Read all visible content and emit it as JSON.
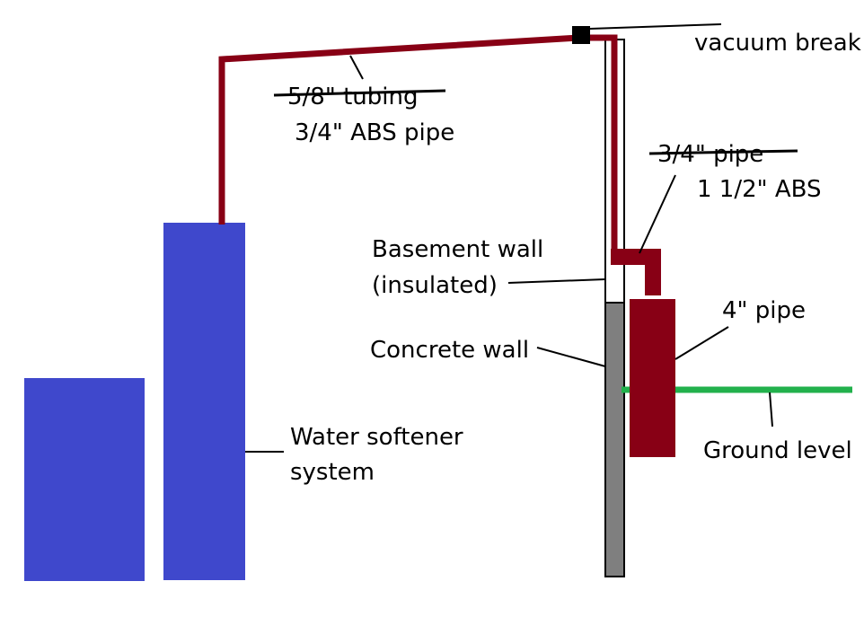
{
  "labels": {
    "vacuum_break": "vacuum break",
    "tubing_old": "5/8\" tubing",
    "abs_pipe_new": "3/4\" ABS pipe",
    "pipe_old": "3/4\" pipe",
    "abs_new": "1 1/2\" ABS",
    "basement_wall_line1": "Basement wall",
    "basement_wall_line2": "(insulated)",
    "pipe_4in": "4\" pipe",
    "concrete_wall": "Concrete wall",
    "water_softener_line1": "Water softener",
    "water_softener_line2": "system",
    "ground_level": "Ground level"
  },
  "colors": {
    "softener": "#3f48cc",
    "pipe": "#880015",
    "concrete": "#7f7f7f",
    "ground": "#22b14c",
    "line": "#000000"
  }
}
